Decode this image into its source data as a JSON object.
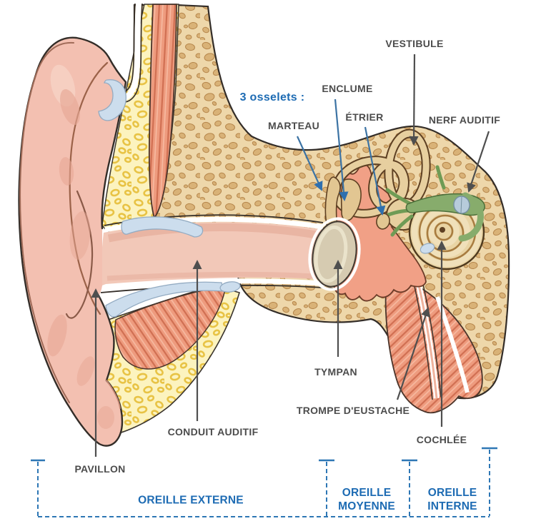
{
  "labels": {
    "vestibule": "VESTIBULE",
    "osselets_intro": "3 osselets :",
    "enclume": "ENCLUME",
    "etrier": "ÉTRIER",
    "marteau": "MARTEAU",
    "nerf_auditif": "NERF AUDITIF",
    "tympan": "TYMPAN",
    "trompe_eustache": "TROMPE D'EUSTACHE",
    "cochlee": "COCHLÉE",
    "conduit_auditif": "CONDUIT AUDITIF",
    "pavillon": "PAVILLON"
  },
  "sections": {
    "externe": {
      "line1": "OREILLE EXTERNE"
    },
    "moyenne": {
      "line1": "OREILLE",
      "line2": "MOYENNE"
    },
    "interne": {
      "line1": "OREILLE",
      "line2": "INTERNE"
    }
  },
  "icons": {
    "arrow_dark": "leader-arrow",
    "arrow_blue": "leader-arrow-ossicles"
  },
  "colors": {
    "label_gray": "#4c4c4c",
    "label_blue": "#1d6bb3",
    "leader_dark": "#4f4f4f",
    "leader_blue": "#3c73a4",
    "bracket_blue": "#2e77b5",
    "skin": "#f3c0b1",
    "skin_shade": "#e7a795",
    "bone": "#eed7aa",
    "bone_pebble": "#d9b277",
    "fat": "#fcf3bf",
    "fat_ring": "#e8c345",
    "muscle": "#ee9b7e",
    "muscle_stripe": "#d06f52",
    "cartilage": "#ccdded",
    "inner_ear_tan": "#e7cf9f",
    "cochlea_fill": "#e9d4a4",
    "nerve_green": "#87ac6c",
    "tympan_gray": "#d6cbb1",
    "outline_dark": "#332d28"
  }
}
